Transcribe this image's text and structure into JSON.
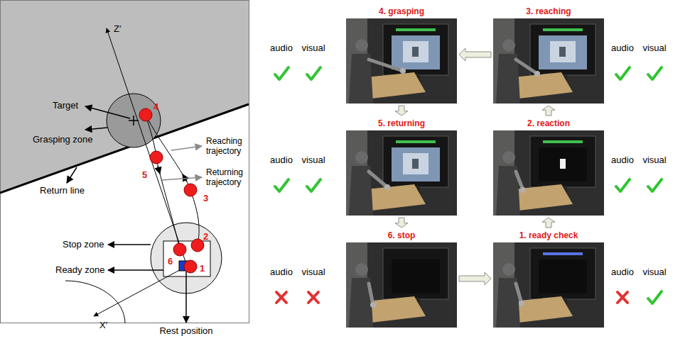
{
  "diagram": {
    "nodes": [
      {
        "text": [
          "4. grasping"
        ]
      },
      {
        "text": [
          "3. reaching"
        ]
      },
      {
        "text": [
          "5. returning"
        ]
      },
      {
        "text": [
          "2. reaction"
        ]
      },
      {
        "text": [
          "6. stop"
        ]
      },
      {
        "text": [
          "1. ready check"
        ]
      }
    ],
    "edges": [
      {
        "from": 5,
        "to": 3,
        "arrow": "to"
      },
      {
        "from": 3,
        "to": 1,
        "arrow": "to"
      },
      {
        "from": 1,
        "to": 0,
        "arrow": "to"
      },
      {
        "from": 0,
        "to": 2,
        "arrow": "to"
      },
      {
        "from": 2,
        "to": 4,
        "arrow": "to"
      },
      {
        "from": 4,
        "to": 5,
        "arrow": "to"
      }
    ],
    "labels": [
      "Z′",
      "X′",
      "Target",
      "Grasping zone",
      "Return line",
      "Reaching trajectory",
      "Returning trajectory",
      "Stop zone",
      "Ready zone",
      "Rest position",
      "4",
      "5",
      "3",
      "2",
      "6",
      "1",
      "audio",
      "visual",
      "audio",
      "visual",
      "audio",
      "visual",
      "audio",
      "visual",
      "audio",
      "visual",
      "audio",
      "visual"
    ]
  }
}
